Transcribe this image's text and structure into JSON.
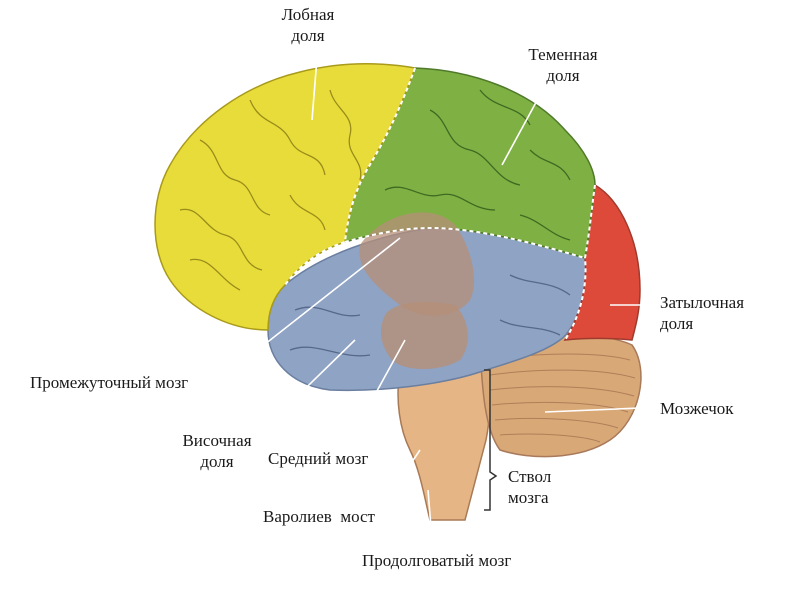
{
  "labels": {
    "frontal": [
      "Лобная",
      "доля"
    ],
    "parietal": [
      "Теменная",
      "доля"
    ],
    "occipital": [
      "Затылочная",
      "доля"
    ],
    "diencephalon": "Промежуточный мозг",
    "cerebellum": "Мозжечок",
    "temporal": [
      "Височная",
      "доля"
    ],
    "midbrain": "Средний мозг",
    "brainstem": [
      "Ствол",
      "мозга"
    ],
    "pons": "Варолиев  мост",
    "medulla": "Продолговатый мозг"
  },
  "colors": {
    "frontal": "#e8dc3a",
    "parietal": "#7fb043",
    "occipital": "#dd4a3a",
    "temporal": "#8fa3c4",
    "cerebellum": "#d9a877",
    "stem": "#e6b586",
    "inner": "#b58f78",
    "line": "#ffffff"
  }
}
